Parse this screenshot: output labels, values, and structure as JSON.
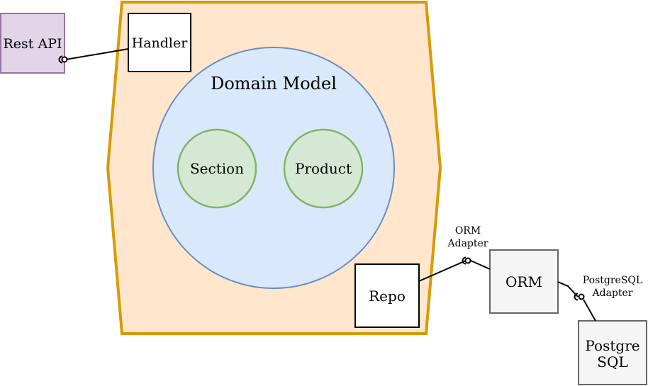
{
  "colors": {
    "hexagon_fill": "#ffe6cc",
    "hexagon_stroke": "#d79b00",
    "domain_fill": "#dae8fc",
    "domain_stroke": "#6c8ebf",
    "entity_fill": "#d5e8d4",
    "entity_stroke": "#82b366",
    "rest_fill": "#e1d5e7",
    "rest_stroke": "#9673a6",
    "external_fill": "#f5f5f5",
    "external_stroke": "#666666",
    "external_text": "#333333"
  },
  "nodes": {
    "rest_api": "Rest API",
    "handler": "Handler",
    "domain_model": "Domain Model",
    "section": "Section",
    "product": "Product",
    "repo": "Repo",
    "orm": "ORM",
    "postgres_line1": "Postgre",
    "postgres_line2": "SQL"
  },
  "edge_labels": {
    "orm_adapter_line1": "ORM",
    "orm_adapter_line2": "Adapter",
    "pg_adapter_line1": "PostgreSQL",
    "pg_adapter_line2": "Adapter"
  }
}
